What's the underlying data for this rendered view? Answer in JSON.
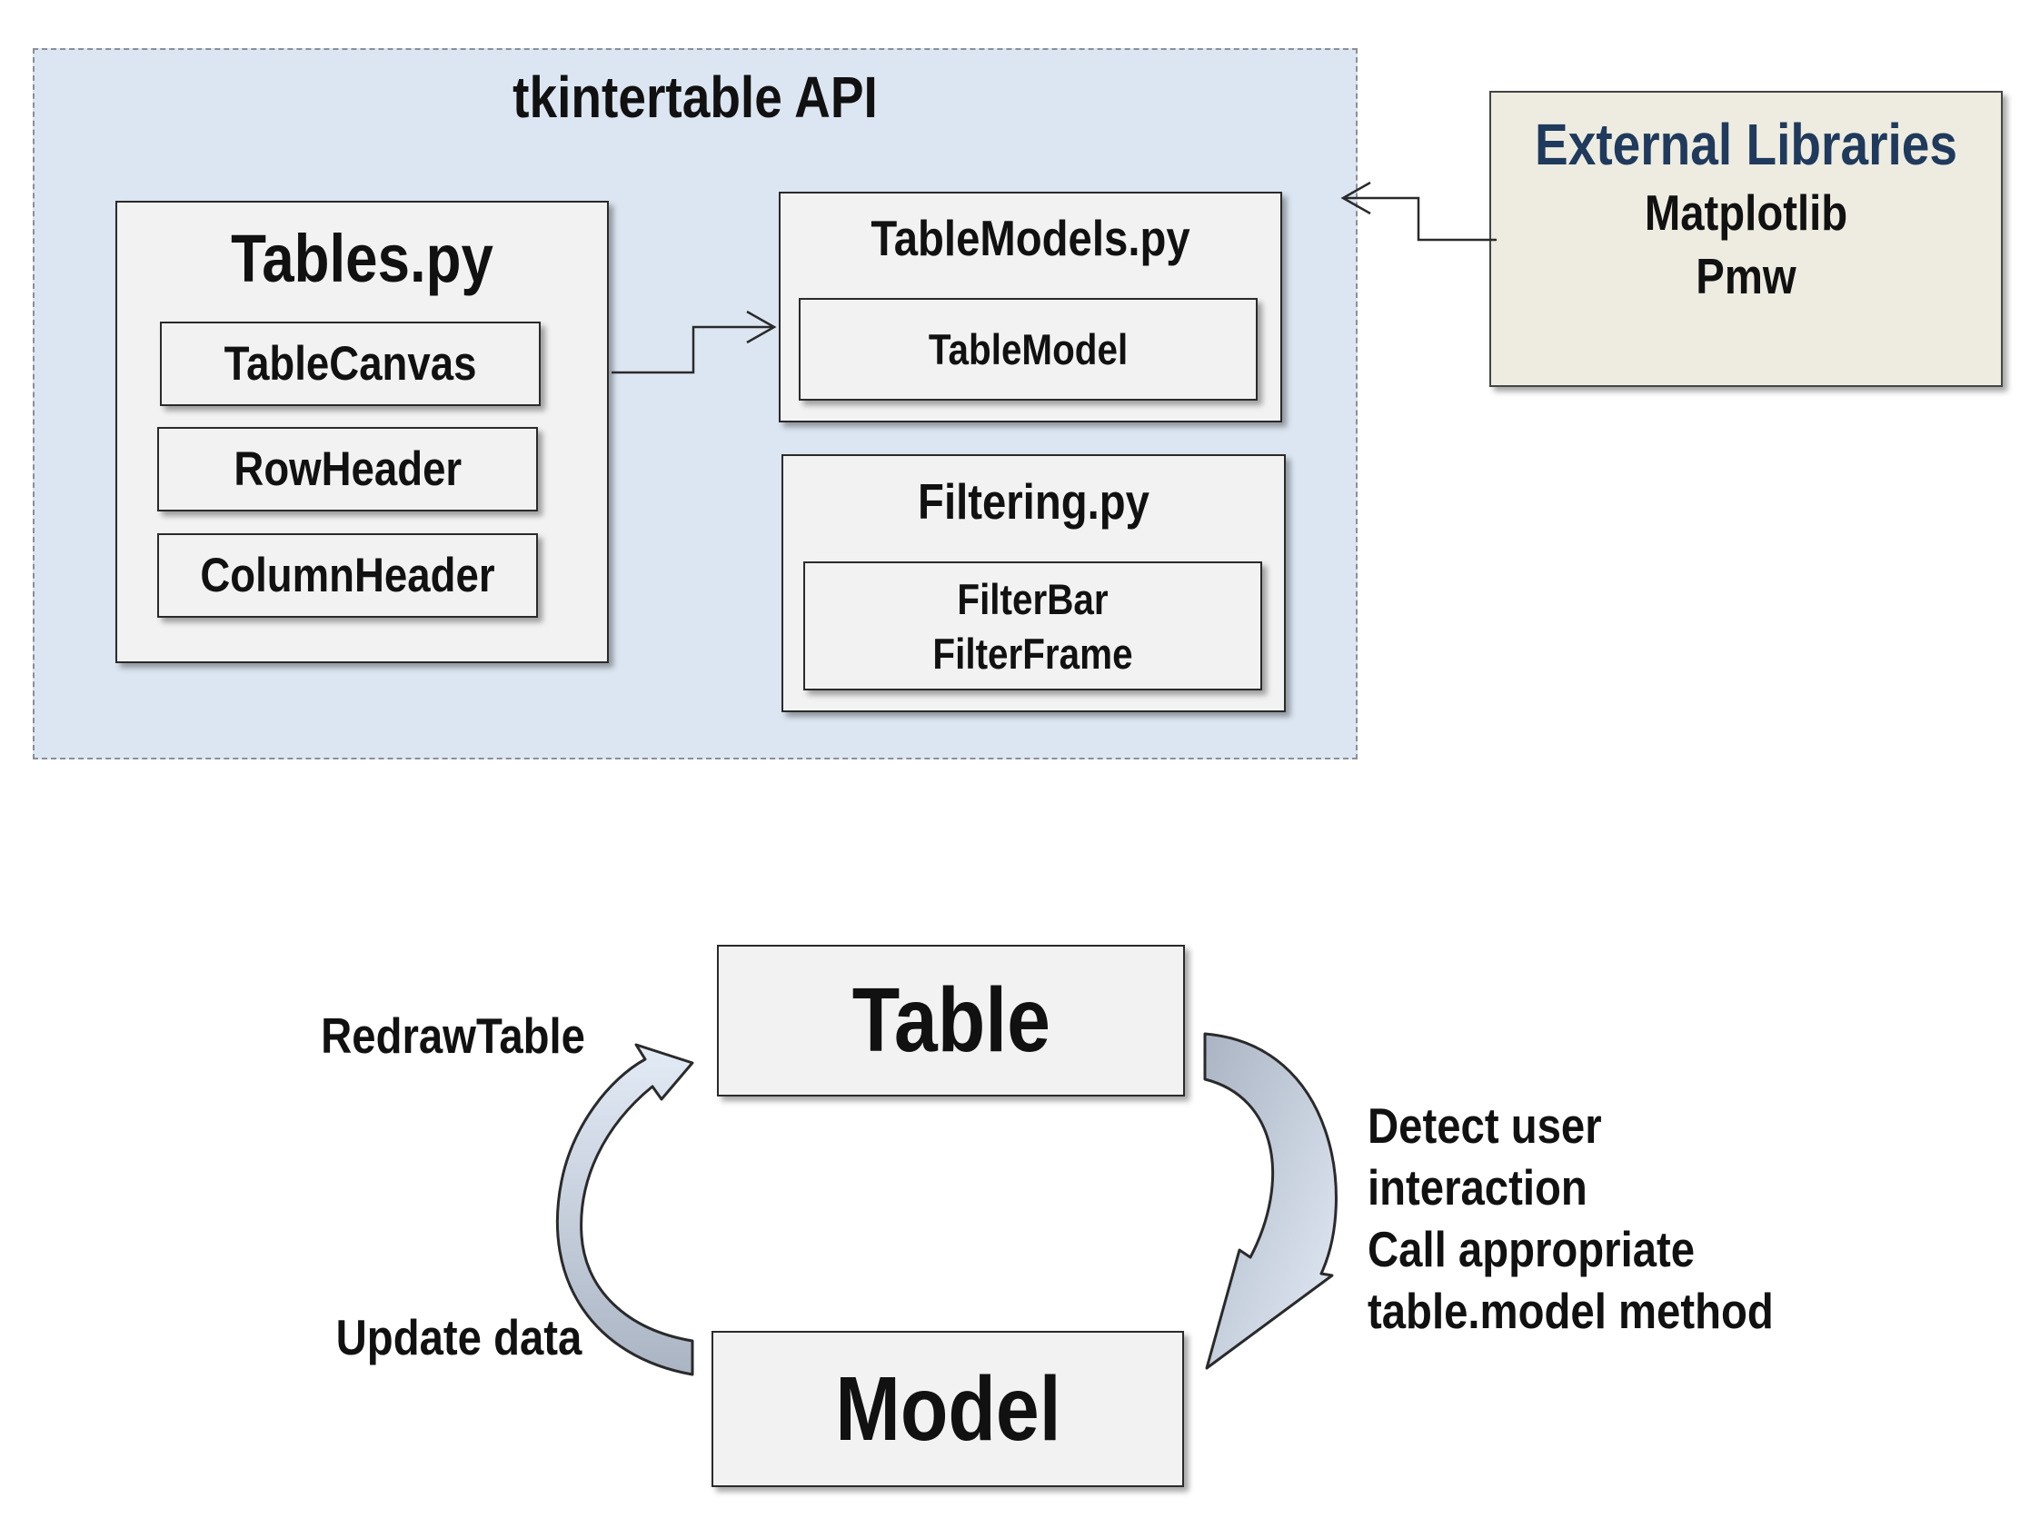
{
  "api": {
    "title": "tkintertable API",
    "tables": {
      "title": "Tables.py",
      "items": [
        "TableCanvas",
        "RowHeader",
        "ColumnHeader"
      ]
    },
    "tablemodels": {
      "title": "TableModels.py",
      "item": "TableModel"
    },
    "filtering": {
      "title": "Filtering.py",
      "items": [
        "FilterBar",
        "FilterFrame"
      ]
    }
  },
  "external": {
    "title": "External Libraries",
    "libs": [
      "Matplotlib",
      "Pmw"
    ]
  },
  "cycle": {
    "table": "Table",
    "model": "Model",
    "redraw": "RedrawTable",
    "update": "Update data",
    "detect": [
      "Detect user interaction",
      "Call appropriate",
      "table.model method"
    ]
  },
  "colors": {
    "panel": "#dce6f2",
    "box": "#f2f2f2",
    "external": "#eeece1",
    "external_title": "#1f3a5c",
    "arrow_dark": "#aeb8c6",
    "arrow_light": "#dde6f3"
  }
}
